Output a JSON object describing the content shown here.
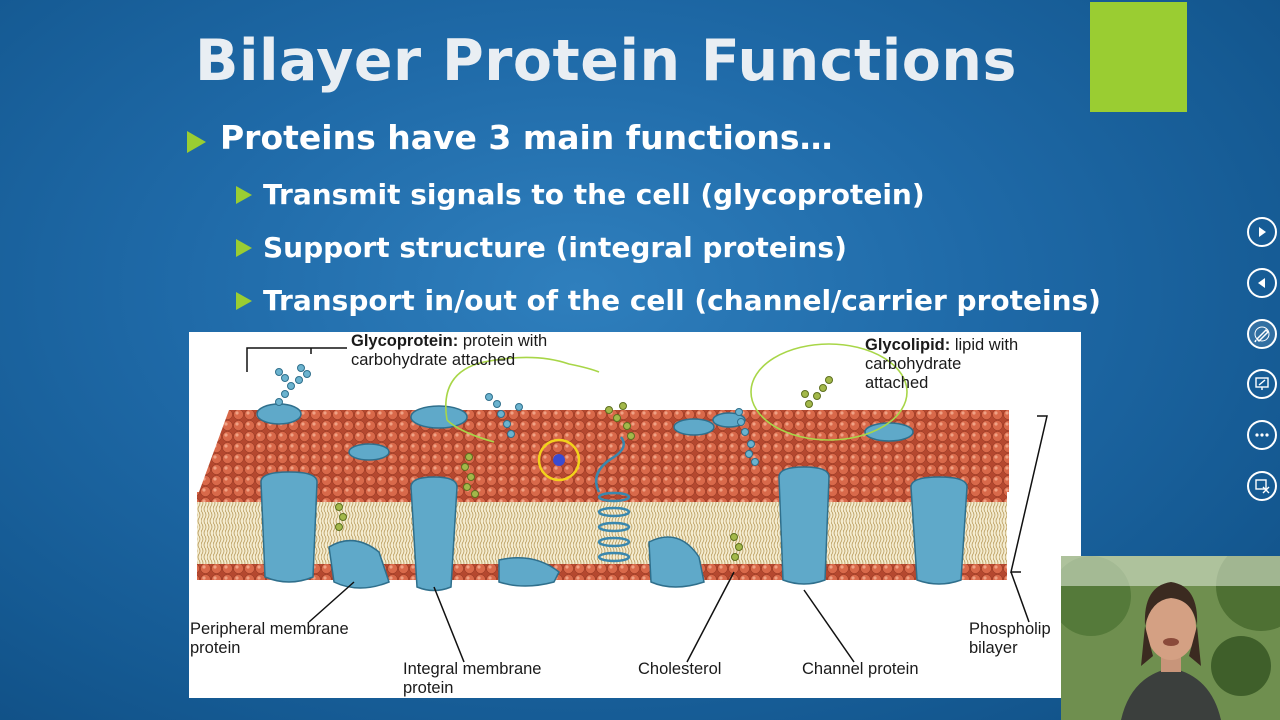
{
  "slide": {
    "title": "Bilayer Protein Functions",
    "bullet_main": "Proteins have 3 main functions…",
    "sub_bullets": [
      "Transmit signals to the cell (glycoprotein)",
      "Support structure (integral proteins)",
      "Transport in/out of the cell (channel/carrier proteins)"
    ],
    "accent_color": "#9acd32"
  },
  "diagram": {
    "glycoprotein_term": "Glycoprotein:",
    "glycoprotein_desc": " protein with\ncarbohydrate attached",
    "glycolipid_term": "Glycolipid:",
    "glycolipid_desc": " lipid with\ncarbohydrate\nattached",
    "peripheral": "Peripheral membrane\nprotein",
    "integral": "Integral membrane\nprotein",
    "cholesterol": "Cholesterol",
    "channel": "Channel protein",
    "phospholipid": "Phospholip\nbilayer"
  },
  "toolbar": {
    "icons": [
      "next-icon",
      "previous-icon",
      "pen-icon",
      "slide-view-icon",
      "more-icon",
      "end-show-icon"
    ]
  }
}
